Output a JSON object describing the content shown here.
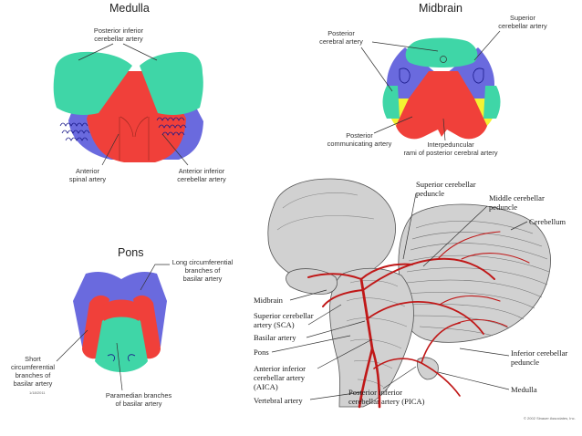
{
  "colors": {
    "teal": "#3fd6a7",
    "blue": "#6a6ade",
    "red": "#f0403a",
    "yellow": "#f4f232",
    "artery": "#c01818",
    "tissue": "#d4d4d4"
  },
  "medulla": {
    "title": "Medulla",
    "pica": [
      "Posterior inferior",
      "cerebellar artery"
    ],
    "anterior_spinal": [
      "Anterior",
      "spinal artery"
    ],
    "aica": [
      "Anterior inferior",
      "cerebellar artery"
    ]
  },
  "midbrain": {
    "title": "Midbrain",
    "pca": [
      "Posterior",
      "cerebral artery"
    ],
    "sca": [
      "Superior",
      "cerebellar artery"
    ],
    "pcom": [
      "Posterior",
      "communicating artery"
    ],
    "interpeduncular": [
      "Interpeduncular",
      "rami of posterior cerebral artery"
    ]
  },
  "pons": {
    "title": "Pons",
    "long_circ": [
      "Long circumferential",
      "branches of",
      "basilar artery"
    ],
    "short_circ": [
      "Short",
      "circumferential",
      "branches of",
      "basilar artery"
    ],
    "paramedian": [
      "Paramedian branches",
      "of basilar artery"
    ],
    "footer": "1/18/2011"
  },
  "brainstem": {
    "superior_peduncle": [
      "Superior cerebellar",
      "peduncle"
    ],
    "middle_peduncle": [
      "Middle cerebellar",
      "peduncle"
    ],
    "cerebellum": "Cerebellum",
    "midbrain": "Midbrain",
    "sca": [
      "Superior cerebellar",
      "artery (SCA)"
    ],
    "basilar": "Basilar artery",
    "pons": "Pons",
    "aica": [
      "Anterior inferior",
      "cerebellar artery",
      "(AICA)"
    ],
    "vertebral": "Vertebral artery",
    "pica": [
      "Posterior inferior",
      "cerebellar artery (PICA)"
    ],
    "inferior_peduncle": [
      "Inferior cerebellar",
      "peduncle"
    ],
    "medulla": "Medulla",
    "copyright": "© 2002 Sinauer Associates, Inc."
  }
}
